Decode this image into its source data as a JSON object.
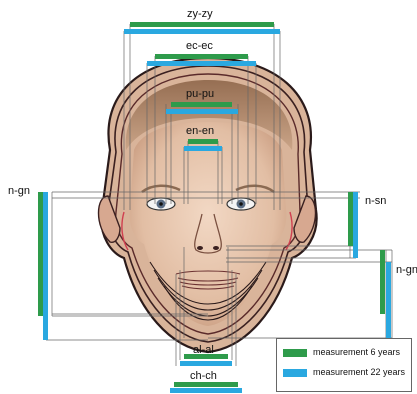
{
  "measurements": {
    "zy_zy": "zy-zy",
    "ec_ec": "ec-ec",
    "pu_pu": "pu-pu",
    "en_en": "en-en",
    "n_gn": "n-gn",
    "n_sn": "n-sn",
    "n_gn_right": "n-gn",
    "al_al": "al-al",
    "ch_ch": "ch-ch"
  },
  "legend": {
    "green_label": "measurement 6 years",
    "blue_label": "measurement 22 years"
  },
  "colors": {
    "green": "#2e9b4b",
    "blue": "#2aa8e0",
    "skin": "#e8c8b0",
    "hair": "#b58d6a",
    "outline": "#2a1a1a"
  }
}
